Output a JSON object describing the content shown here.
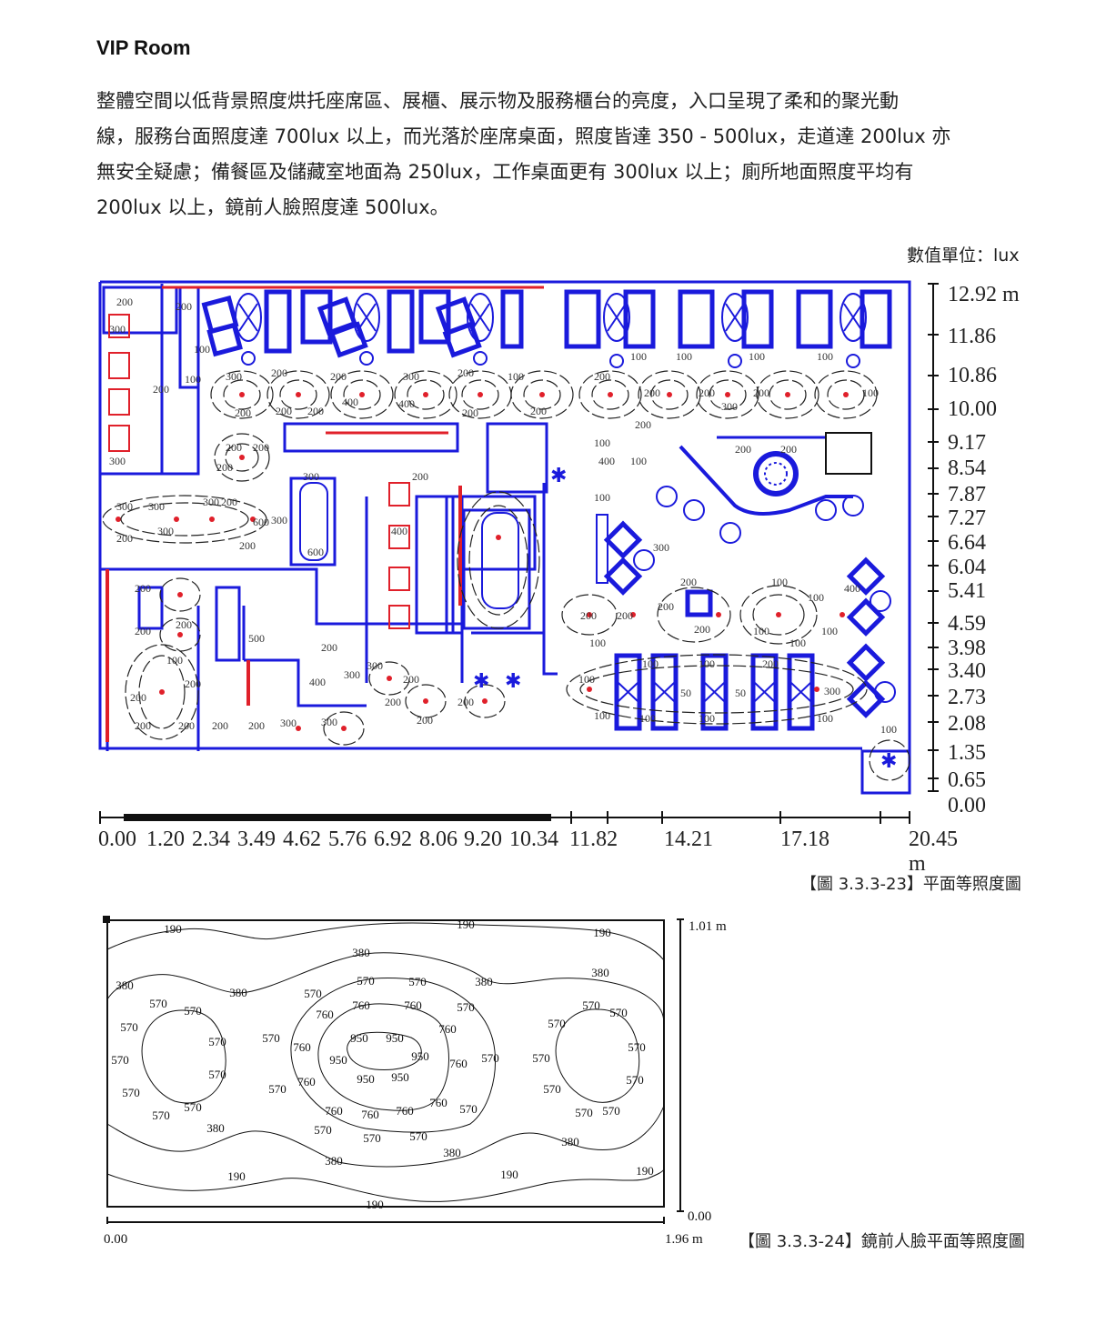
{
  "section": {
    "title": "VIP Room",
    "paragraph_lines": [
      "整體空間以低背景照度烘托座席區、展櫃、展示物及服務櫃台的亮度，入口呈現了柔和的聚光動",
      "線，服務台面照度達 700lux 以上，而光落於座席桌面，照度皆達 350 - 500lux，走道達 200lux 亦",
      "無安全疑慮；備餐區及儲藏室地面為 250lux，工作桌面更有 300lux 以上；廁所地面照度平均有",
      "200lux 以上，鏡前人臉照度達 500lux。"
    ]
  },
  "figure1": {
    "unit_label": "數值單位：lux",
    "caption": "【圖 3.3.3-23】平面等照度圖",
    "y_axis_ticks": [
      "12.92 m",
      "11.86",
      "10.86",
      "10.00",
      "9.17",
      "8.54",
      "7.87",
      "7.27",
      "6.64",
      "6.04",
      "5.41",
      "4.59",
      "3.98",
      "3.40",
      "2.73",
      "2.08",
      "1.35",
      "0.65",
      "0.00"
    ],
    "x_axis_ticks": [
      "0.00",
      "1.20",
      "2.34",
      "3.49",
      "4.62",
      "5.76",
      "6.92",
      "8.06",
      "9.20",
      "10.34",
      "11.82",
      "14.21",
      "17.18",
      "20.45 m"
    ],
    "contour_labels": [
      "100",
      "200",
      "300",
      "400",
      "500",
      "600"
    ],
    "colors": {
      "walls": "#1a1adc",
      "fixtures": "#e0202a",
      "contours": "#222222"
    }
  },
  "figure2": {
    "caption": "【圖 3.3.3-24】鏡前人臉平面等照度圖",
    "y_axis": {
      "top": "1.01 m",
      "bottom": "0.00"
    },
    "x_axis": {
      "left": "0.00",
      "right": "1.96 m"
    },
    "contour_levels": [
      "190",
      "380",
      "570",
      "760",
      "950"
    ]
  },
  "chart_data": [
    {
      "type": "heatmap",
      "title": "平面等照度圖",
      "xlabel": "m",
      "ylabel": "m",
      "x_ticks": [
        0.0,
        1.2,
        2.34,
        3.49,
        4.62,
        5.76,
        6.92,
        8.06,
        9.2,
        10.34,
        11.82,
        14.21,
        17.18,
        20.45
      ],
      "y_ticks": [
        0.0,
        0.65,
        1.35,
        2.08,
        2.73,
        3.4,
        3.98,
        4.59,
        5.41,
        6.04,
        6.64,
        7.27,
        7.87,
        8.54,
        9.17,
        10.0,
        10.86,
        11.86,
        12.92
      ],
      "xlim": [
        0,
        20.45
      ],
      "ylim": [
        0,
        12.92
      ],
      "contour_levels_lux": [
        100,
        200,
        300,
        400,
        500,
        600
      ],
      "unit": "lux"
    },
    {
      "type": "heatmap",
      "title": "鏡前人臉平面等照度圖",
      "xlim": [
        0,
        1.96
      ],
      "ylim": [
        0,
        1.01
      ],
      "contour_levels_lux": [
        190,
        380,
        570,
        760,
        950
      ],
      "peak_region": "center (950 lux)",
      "unit": "lux"
    }
  ]
}
